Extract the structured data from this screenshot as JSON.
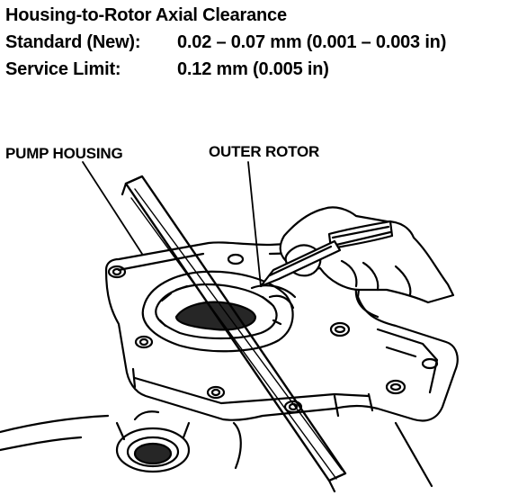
{
  "title": "Housing-to-Rotor Axial Clearance",
  "standard": {
    "label": "Standard (New):",
    "value": "0.02 – 0.07 mm (0.001 – 0.003 in)"
  },
  "service": {
    "label": "Service Limit:",
    "value": "0.12 mm (0.005 in)"
  },
  "callouts": {
    "pump_housing": "PUMP HOUSING",
    "outer_rotor": "OUTER ROTOR"
  },
  "colors": {
    "ink": "#000000",
    "paper": "#ffffff"
  }
}
